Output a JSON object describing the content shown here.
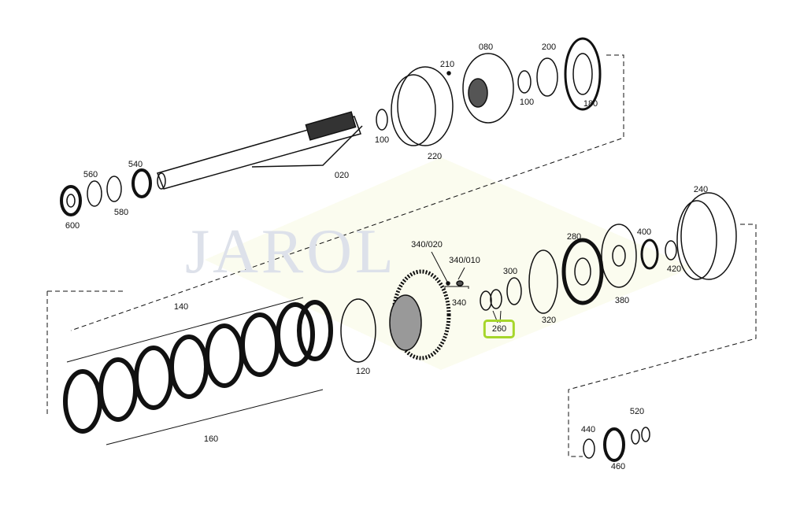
{
  "watermark": "JAROL",
  "highlight_color": "#a6d62a",
  "highlighted_part": "260",
  "labels": {
    "p210": "210",
    "p080": "080",
    "p200": "200",
    "p100a": "100",
    "p180": "180",
    "p100b": "100",
    "p220": "220",
    "p020": "020",
    "p560": "560",
    "p540": "540",
    "p580": "580",
    "p600": "600",
    "p240": "240",
    "p280": "280",
    "p400": "400",
    "p420": "420",
    "p380": "380",
    "p300": "300",
    "p320": "320",
    "p340_020": "340/020",
    "p340_010": "340/010",
    "p340": "340",
    "p260": "260",
    "p140": "140",
    "p120": "120",
    "p160": "160",
    "p520": "520",
    "p440": "440",
    "p460": "460"
  }
}
